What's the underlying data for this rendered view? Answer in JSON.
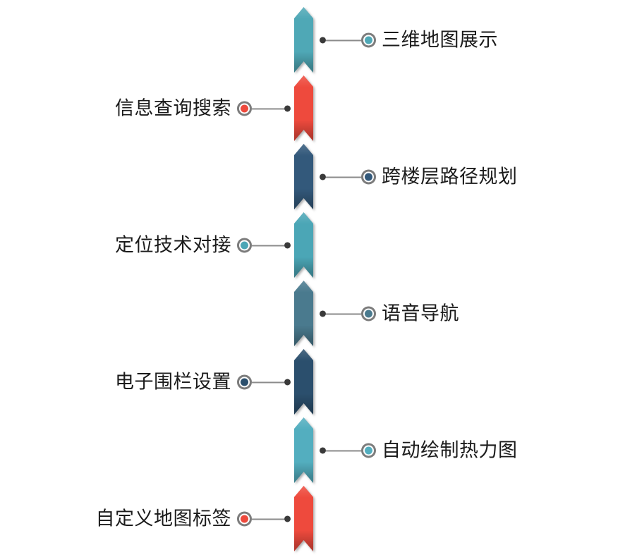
{
  "diagram": {
    "type": "vertical-chevron-feature-timeline",
    "background": "#ffffff",
    "text_color": "#1b1b1b",
    "connector": {
      "line_color": "#8b8b8b",
      "dot_color": "#3a3a3a",
      "ring_border_color": "#7c7c7c",
      "ring_gap_color": "#ffffff"
    },
    "features": [
      {
        "label": "三维地图展示",
        "side": "right",
        "color": "#4FA8B6"
      },
      {
        "label": "信息查询搜索",
        "side": "left",
        "color": "#EE4A3D"
      },
      {
        "label": "跨楼层路径规划",
        "side": "right",
        "color": "#33597B"
      },
      {
        "label": "定位技术对接",
        "side": "left",
        "color": "#4BA6B6"
      },
      {
        "label": "语音导航",
        "side": "right",
        "color": "#4A7A8E"
      },
      {
        "label": "电子围栏设置",
        "side": "left",
        "color": "#2B4F6D"
      },
      {
        "label": "自动绘制热力图",
        "side": "right",
        "color": "#53AEBF"
      },
      {
        "label": "自定义地图标签",
        "side": "left",
        "color": "#EE4A3D"
      }
    ]
  }
}
